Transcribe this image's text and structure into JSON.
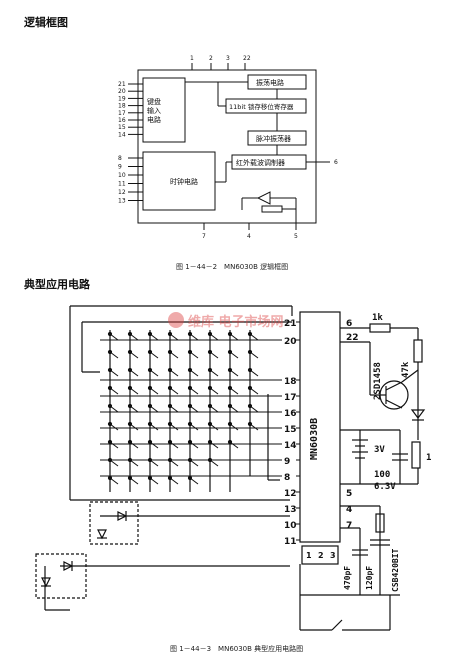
{
  "section1": {
    "title": "逻辑框图",
    "caption": "图 1－44－2　MN6030B 逻辑框图",
    "top_pins": [
      "1",
      "2",
      "3",
      "22"
    ],
    "left_pins_keyboard": [
      "21",
      "20",
      "19",
      "18",
      "17",
      "16",
      "15",
      "14"
    ],
    "left_pins_clock": [
      "8",
      "9",
      "10",
      "11",
      "12",
      "13"
    ],
    "bottom_pins": [
      "7",
      "4",
      "5"
    ],
    "right_pin": "6",
    "blocks": {
      "keyboard": "键盘\n输入\n电路",
      "oscillator": "振荡电路",
      "shift_register": "11bit 锁存移位寄存器",
      "pulse": "脉冲振荡器",
      "ir": "红外载波调制器",
      "clock": "时钟电路"
    }
  },
  "section2": {
    "title": "典型应用电路",
    "caption": "图 1－44－3　MN6030B 典型应用电路图",
    "ic_label": "MN6030B",
    "left_pins": [
      "21",
      "20",
      "18",
      "17",
      "16",
      "15",
      "14",
      "9",
      "8",
      "12",
      "13",
      "10",
      "11"
    ],
    "right_pins": [
      "6",
      "22",
      "5",
      "4",
      "7"
    ],
    "bottom_pins": [
      "1",
      "2",
      "3"
    ],
    "components": {
      "r1": "1k",
      "r2": "47k",
      "transistor": "2SD1458",
      "battery": "3V",
      "cap1_value": "100",
      "cap1_voltage": "6.3V",
      "r3": "1",
      "cap2": "470pF",
      "cap3": "120pF",
      "crystal": "CSB420BIT"
    },
    "watermark": "维库 电子市场网"
  }
}
